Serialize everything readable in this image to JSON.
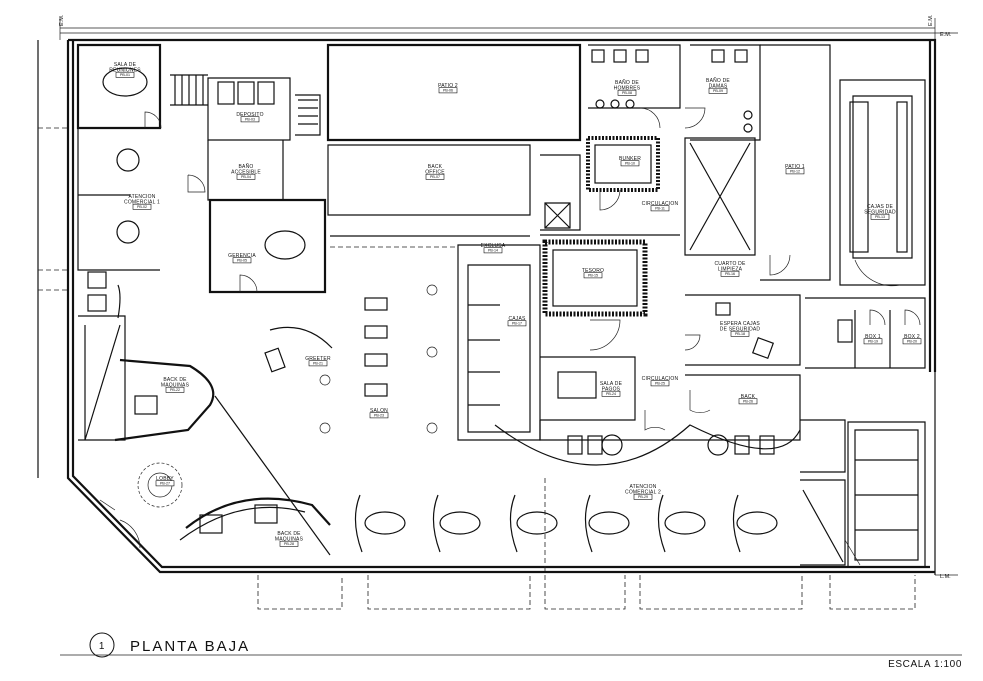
{
  "drawing": {
    "number": "1",
    "title": "PLANTA BAJA",
    "scale": "ESCALA  1:100",
    "edge_labels": {
      "em_top_left": "E.M.",
      "em_top_right": "E.M.",
      "em_right": "E.M.",
      "lm": "L.M."
    }
  },
  "rooms": [
    {
      "id": "sala-reuniones",
      "lines": [
        "SALA DE",
        "REUNIONES"
      ],
      "tag": "PB-01"
    },
    {
      "id": "atencion-comercial-1",
      "lines": [
        "ATENCION",
        "COMERCIAL 1"
      ],
      "tag": "PB-02"
    },
    {
      "id": "deposito",
      "lines": [
        "DEPOSITO"
      ],
      "tag": "PB-03"
    },
    {
      "id": "bano-accesible",
      "lines": [
        "BAÑO",
        "ACCESIBLE"
      ],
      "tag": "PB-04"
    },
    {
      "id": "gerencia",
      "lines": [
        "GERENCIA"
      ],
      "tag": "PB-05"
    },
    {
      "id": "patio-2",
      "lines": [
        "PATIO 2"
      ],
      "tag": "PB-06"
    },
    {
      "id": "back-office",
      "lines": [
        "BACK",
        "OFFICE"
      ],
      "tag": "PB-07"
    },
    {
      "id": "bano-hombres",
      "lines": [
        "BAÑO DE",
        "HOMBRES"
      ],
      "tag": "PB-08"
    },
    {
      "id": "bano-damas",
      "lines": [
        "BAÑO DE",
        "DAMAS"
      ],
      "tag": "PB-09"
    },
    {
      "id": "bunker",
      "lines": [
        "BUNKER"
      ],
      "tag": "PB-10"
    },
    {
      "id": "circulacion-1",
      "lines": [
        "CIRCULACION"
      ],
      "tag": "PB-11"
    },
    {
      "id": "patio-1",
      "lines": [
        "PATIO 1"
      ],
      "tag": "PB-12"
    },
    {
      "id": "cajas-seguridad",
      "lines": [
        "CAJAS DE",
        "SEGURIDAD"
      ],
      "tag": "PB-13"
    },
    {
      "id": "exclusa",
      "lines": [
        "EXCLUSA"
      ],
      "tag": "PB-14"
    },
    {
      "id": "tesoro",
      "lines": [
        "TESORO"
      ],
      "tag": "PB-15"
    },
    {
      "id": "cuarto-limpieza",
      "lines": [
        "CUARTO DE",
        "LIMPIEZA"
      ],
      "tag": "PB-16"
    },
    {
      "id": "cajas",
      "lines": [
        "CAJAS"
      ],
      "tag": "PB-17"
    },
    {
      "id": "espera-cajas",
      "lines": [
        "ESPERA CAJAS",
        "DE SEGURIDAD"
      ],
      "tag": "PB-18"
    },
    {
      "id": "box-1",
      "lines": [
        "BOX 1"
      ],
      "tag": "PB-19"
    },
    {
      "id": "box-2",
      "lines": [
        "BOX 2"
      ],
      "tag": "PB-20"
    },
    {
      "id": "greeter",
      "lines": [
        "GREETER"
      ],
      "tag": "PB-21"
    },
    {
      "id": "back-maquinas-1",
      "lines": [
        "BACK DE",
        "MAQUINAS"
      ],
      "tag": "PB-22"
    },
    {
      "id": "salon",
      "lines": [
        "SALON"
      ],
      "tag": "PB-23"
    },
    {
      "id": "sala-pagos",
      "lines": [
        "SALA DE",
        "PAGOS"
      ],
      "tag": "PB-24"
    },
    {
      "id": "circulacion-2",
      "lines": [
        "CIRCULACION"
      ],
      "tag": "PB-25"
    },
    {
      "id": "back",
      "lines": [
        "BACK"
      ],
      "tag": "PB-26"
    },
    {
      "id": "lobby",
      "lines": [
        "LOBBY"
      ],
      "tag": "PB-27"
    },
    {
      "id": "back-maquinas-2",
      "lines": [
        "BACK DE",
        "MAQUINAS"
      ],
      "tag": "PB-28"
    },
    {
      "id": "atencion-comercial-2",
      "lines": [
        "ATENCION",
        "COMERCIAL 2"
      ],
      "tag": "PB-29"
    }
  ]
}
